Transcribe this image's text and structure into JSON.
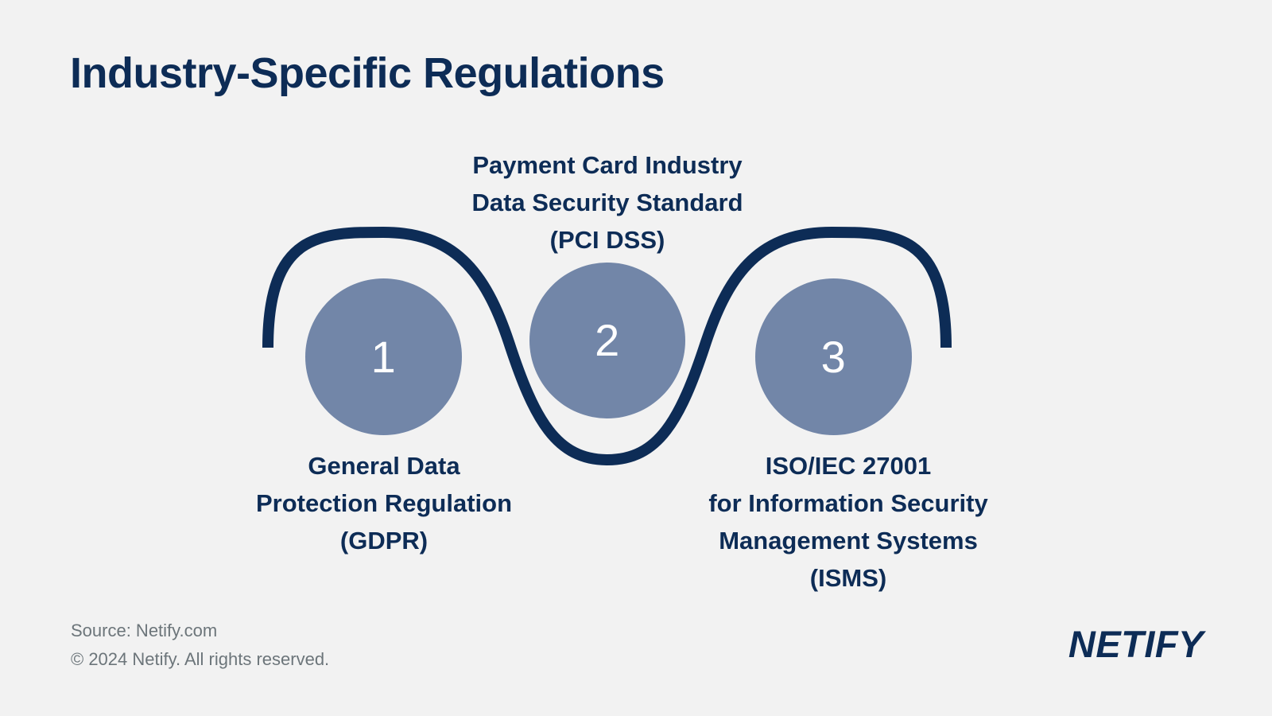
{
  "page": {
    "title": "Industry-Specific Regulations",
    "background_color": "#f2f2f2",
    "accent_color": "#0d2c56",
    "node_color": "#7286a8",
    "muted_text_color": "#6c757a"
  },
  "diagram": {
    "type": "wave-step-flow",
    "steps": [
      {
        "number": "1",
        "caption_lines": [
          "General Data",
          "Protection Regulation",
          "(GDPR)"
        ],
        "caption_position": "below"
      },
      {
        "number": "2",
        "caption_lines": [
          "Payment Card Industry",
          "Data Security Standard",
          "(PCI DSS)"
        ],
        "caption_position": "above"
      },
      {
        "number": "3",
        "caption_lines": [
          "ISO/IEC 27001",
          "for Information Security",
          "Management Systems",
          "(ISMS)"
        ],
        "caption_position": "below"
      }
    ]
  },
  "footer": {
    "source": "Source: Netify.com",
    "copyright": "© 2024 Netify. All rights reserved.",
    "logo": "NETIFY"
  }
}
